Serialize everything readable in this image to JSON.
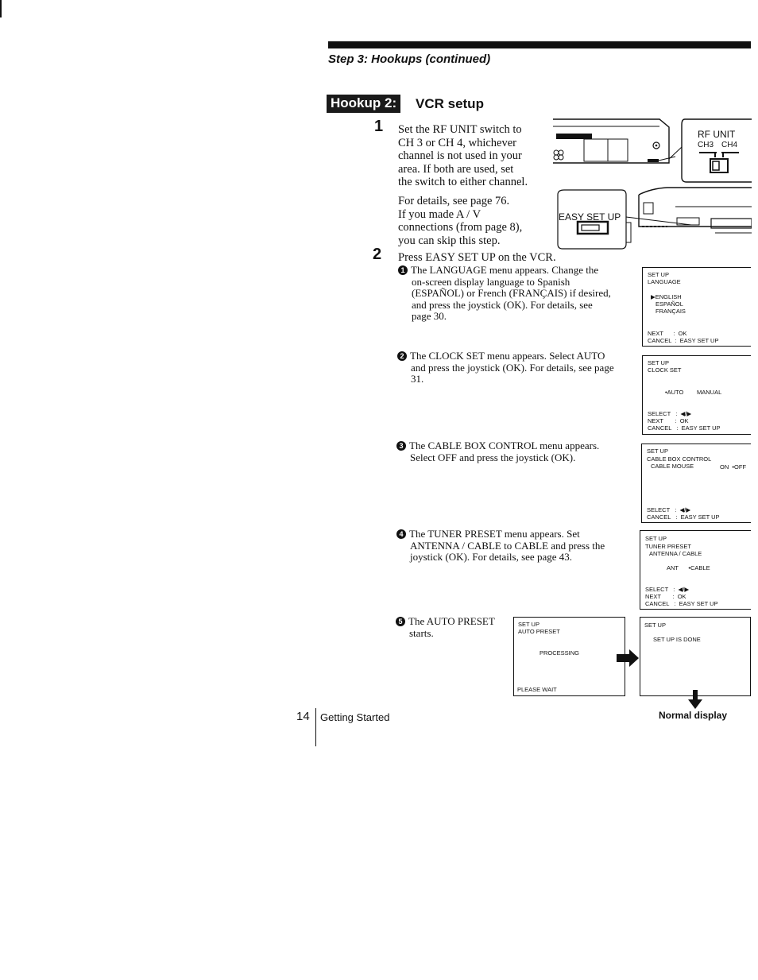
{
  "header": {
    "section": "Step 3: Hookups (continued)"
  },
  "hookup": {
    "badge": "Hookup 2:",
    "title": "VCR setup"
  },
  "step1": {
    "number": "1",
    "lines": [
      "Set the RF UNIT switch to",
      "CH 3 or CH 4, whichever",
      "channel is not used in your",
      "area.  If both are used, set",
      "the switch to either channel."
    ],
    "details": [
      "For details, see page 76.",
      "If you made A / V",
      "connections (from page 8),",
      "you can skip this step."
    ]
  },
  "illustration": {
    "rf_label": "RF UNIT",
    "ch3": "CH3",
    "ch4": "CH4",
    "easy_setup": "EASY SET UP"
  },
  "step2": {
    "number": "2",
    "intro": "Press EASY SET UP on the VCR.",
    "items": [
      {
        "num": "1",
        "lines": [
          "The LANGUAGE menu appears.  Change the",
          "on-screen display language to Spanish",
          "(ESPAÑOL) or French (FRANÇAIS) if desired,",
          "and press the joystick (OK).  For details, see",
          "page 30."
        ]
      },
      {
        "num": "2",
        "lines": [
          "The CLOCK SET menu appears.  Select AUTO",
          "and press the joystick (OK).  For details, see page",
          "31."
        ]
      },
      {
        "num": "3",
        "lines": [
          "The CABLE BOX CONTROL menu appears.",
          "Select OFF and press the joystick (OK)."
        ]
      },
      {
        "num": "4",
        "lines": [
          "The TUNER PRESET menu appears.  Set",
          "ANTENNA / CABLE to CABLE and press the",
          "joystick (OK).  For details, see page 43."
        ]
      },
      {
        "num": "5",
        "lines": [
          "The AUTO PRESET",
          "starts."
        ]
      }
    ]
  },
  "screens": {
    "language": {
      "title": "SET UP",
      "sub": "LANGUAGE",
      "opt1": "▶ENGLISH",
      "opt2": "ESPAÑOL",
      "opt3": "FRANÇAIS",
      "f1": "NEXT      :  OK",
      "f2": "CANCEL  :  EASY SET UP"
    },
    "clock": {
      "title": "SET UP",
      "sub": "CLOCK SET",
      "opts": "•AUTO        MANUAL",
      "f1": "SELECT   :  ◀/▶",
      "f2": "NEXT       :  OK",
      "f3": "CANCEL   :  EASY SET UP"
    },
    "cable": {
      "title": "SET UP",
      "sub": "CABLE BOX CONTROL",
      "row_label": "CABLE MOUSE",
      "row_val": "ON  •OFF",
      "f1": "SELECT   :  ◀/▶",
      "f2": "CANCEL   :  EASY SET UP"
    },
    "tuner": {
      "title": "SET UP",
      "sub": "TUNER PRESET",
      "sub2": "ANTENNA / CABLE",
      "opts": "ANT      •CABLE",
      "f1": "SELECT   :  ◀/▶",
      "f2": "NEXT       :  OK",
      "f3": "CANCEL   :  EASY SET UP"
    },
    "auto": {
      "title": "SET UP",
      "sub": "AUTO PRESET",
      "status": "PROCESSING",
      "wait": "PLEASE WAIT"
    },
    "done": {
      "title": "SET UP",
      "msg": "SET UP IS DONE"
    }
  },
  "normal_display": "Normal display",
  "footer": {
    "page": "14",
    "section": "Getting Started"
  }
}
